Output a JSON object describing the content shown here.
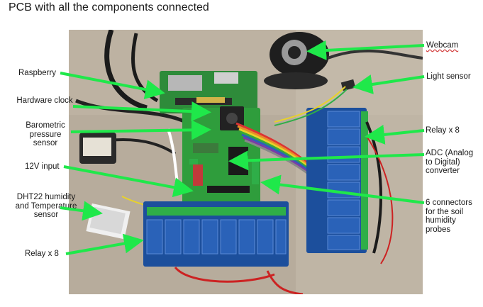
{
  "title": "PCB with all the components connected",
  "labels": {
    "raspberry": "Raspberry",
    "hardware_clock": "Hardware clock",
    "barometric": "Barometric pressure sensor",
    "input_12v": "12V input",
    "dht22": "DHT22 humidity and Temperature sensor",
    "relay_left": "Relay x 8",
    "webcam": "Webcam",
    "light_sensor": "Light sensor",
    "relay_right": "Relay x 8",
    "adc": "ADC (Analog to Digital) converter",
    "connectors": "6 connectors for the soil humidity probes"
  },
  "colors": {
    "arrow": "#1fe84a",
    "pcb_green": "#2f9d3c",
    "relay_blue": "#1c4f9c",
    "relay_cube": "#2a62b8",
    "background_table": "#b4a99a"
  }
}
